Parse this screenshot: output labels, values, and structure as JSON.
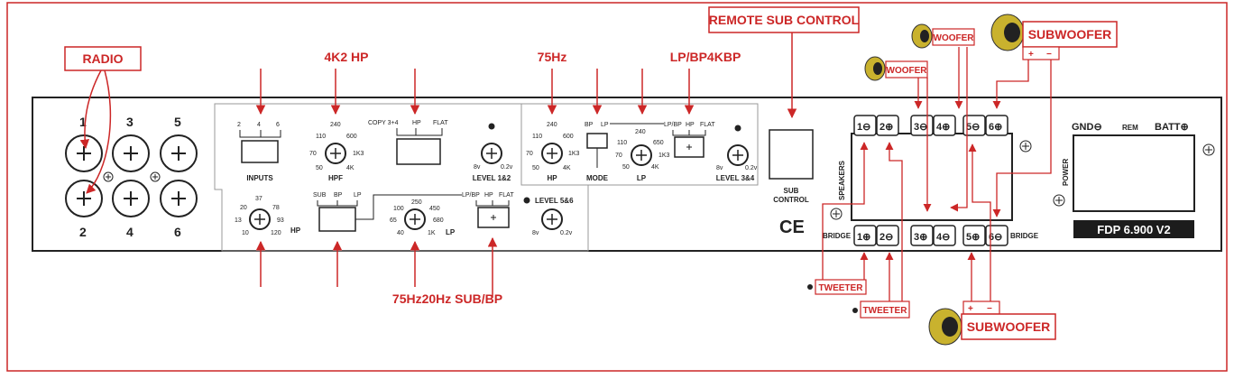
{
  "annotations": {
    "radio": "RADIO",
    "hp4k2": "4K2 HP",
    "hz75": "75Hz",
    "lpbp": "LP/BP4KBP",
    "remote_sub": "REMOTE SUB CONTROL",
    "woofer_top": "WOOFER",
    "woofer_mid": "WOOFER",
    "subwoofer_top": "SUBWOOFER",
    "subwoofer_bottom": "SUBWOOFER",
    "tweeter_1": "TWEETER",
    "tweeter_2": "TWEETER",
    "bottom_group": "75Hz20Hz SUB/BP",
    "plus": "+",
    "minus": "−"
  },
  "inputs": {
    "numbers": [
      "1",
      "2",
      "3",
      "4",
      "5",
      "6"
    ],
    "label": "INPUTS",
    "switch_labels": [
      "2",
      "4",
      "6"
    ]
  },
  "hpf": {
    "label": "HPF",
    "dial": [
      "240",
      "110",
      "600",
      "70",
      "1K3",
      "50",
      "4K"
    ],
    "switch_labels": [
      "COPY 3+4",
      "HP",
      "FLAT"
    ],
    "level": "LEVEL 1&2",
    "level_min": "8v",
    "level_max": "0.2v"
  },
  "ch34": {
    "hp_dial": [
      "240",
      "110",
      "600",
      "70",
      "1K3",
      "50",
      "4K"
    ],
    "hp_label": "HP",
    "mode_labels": [
      "BP",
      "LP"
    ],
    "mode_label": "MODE",
    "lp_dial": [
      "240",
      "110",
      "650",
      "70",
      "1K3",
      "50",
      "4K"
    ],
    "lp_label": "LP",
    "switch_labels": [
      "LP/BP",
      "HP",
      "FLAT"
    ],
    "level": "LEVEL 3&4",
    "level_min": "8v",
    "level_max": "0.2v"
  },
  "ch56": {
    "hp_dial": [
      "37",
      "20",
      "78",
      "13",
      "93",
      "10",
      "120"
    ],
    "hp_label": "HP",
    "mode_labels": [
      "SUB",
      "BP",
      "LP"
    ],
    "lp_dial": [
      "250",
      "100",
      "450",
      "65",
      "680",
      "40",
      "1K"
    ],
    "lp_label": "LP",
    "switch_labels": [
      "LP/BP",
      "HP",
      "FLAT"
    ],
    "level": "LEVEL 5&6",
    "level_min": "8v",
    "level_max": "0.2v"
  },
  "sub_control": {
    "line1": "SUB",
    "line2": "CONTROL",
    "ce": "CE"
  },
  "speakers": {
    "label": "SPEAKERS",
    "bridge_left": "BRIDGE",
    "bridge_right": "BRIDGE",
    "top": [
      "1⊖",
      "2⊕",
      "3⊖",
      "4⊕",
      "5⊖",
      "6⊕"
    ],
    "bottom": [
      "1⊕",
      "2⊖",
      "3⊕",
      "4⊖",
      "5⊕",
      "6⊖"
    ]
  },
  "power": {
    "label": "POWER",
    "gnd": "GND⊖",
    "rem": "REM",
    "batt": "BATT⊕",
    "model": "FDP 6.900 V2"
  },
  "colors": {
    "annotation": "#cc2727",
    "ink": "#222222",
    "background": "#ffffff"
  }
}
